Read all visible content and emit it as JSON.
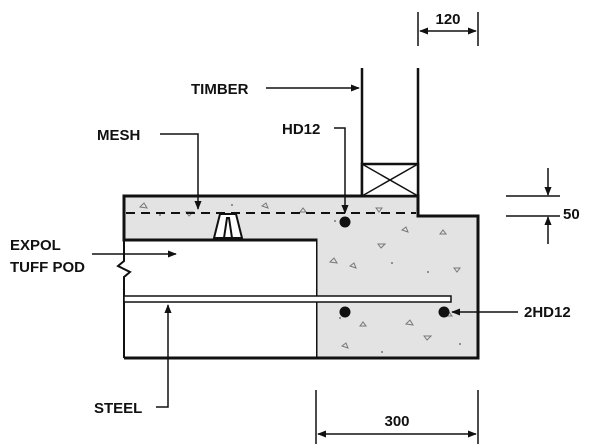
{
  "labels": {
    "timber": "TIMBER",
    "mesh": "MESH",
    "hd12": "HD12",
    "expol_line1": "EXPOL",
    "expol_line2": "TUFF POD",
    "steel": "STEEL",
    "bars_2hd12": "2HD12"
  },
  "dimensions": {
    "timber_width": "120",
    "slab_thickness_marker": "50",
    "edge_beam_width": "300"
  },
  "colors": {
    "concrete": "#e3e3e3",
    "line": "#111111",
    "background": "#ffffff"
  }
}
